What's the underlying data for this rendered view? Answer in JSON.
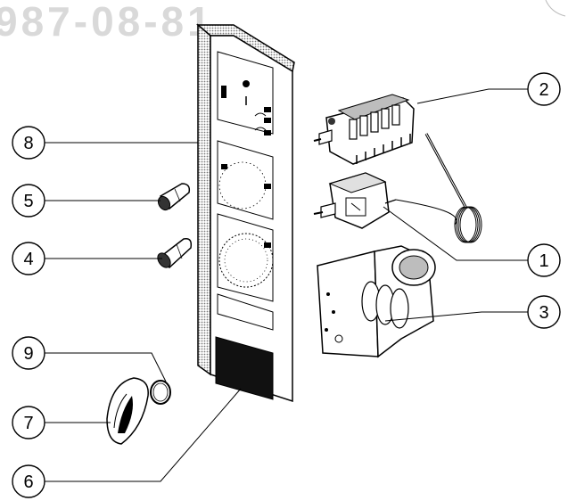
{
  "diagram": {
    "watermark": "987-08-81",
    "callouts": [
      {
        "id": "callout-1",
        "label": "1"
      },
      {
        "id": "callout-2",
        "label": "2"
      },
      {
        "id": "callout-3",
        "label": "3"
      },
      {
        "id": "callout-4",
        "label": "4"
      },
      {
        "id": "callout-5",
        "label": "5"
      },
      {
        "id": "callout-6",
        "label": "6"
      },
      {
        "id": "callout-7",
        "label": "7"
      },
      {
        "id": "callout-8",
        "label": "8"
      },
      {
        "id": "callout-9",
        "label": "9"
      }
    ]
  },
  "colors": {
    "line": "#000000",
    "panel_shade": "#bdbdbd",
    "label_dark": "#111111",
    "watermark": "#d9d9d9"
  }
}
